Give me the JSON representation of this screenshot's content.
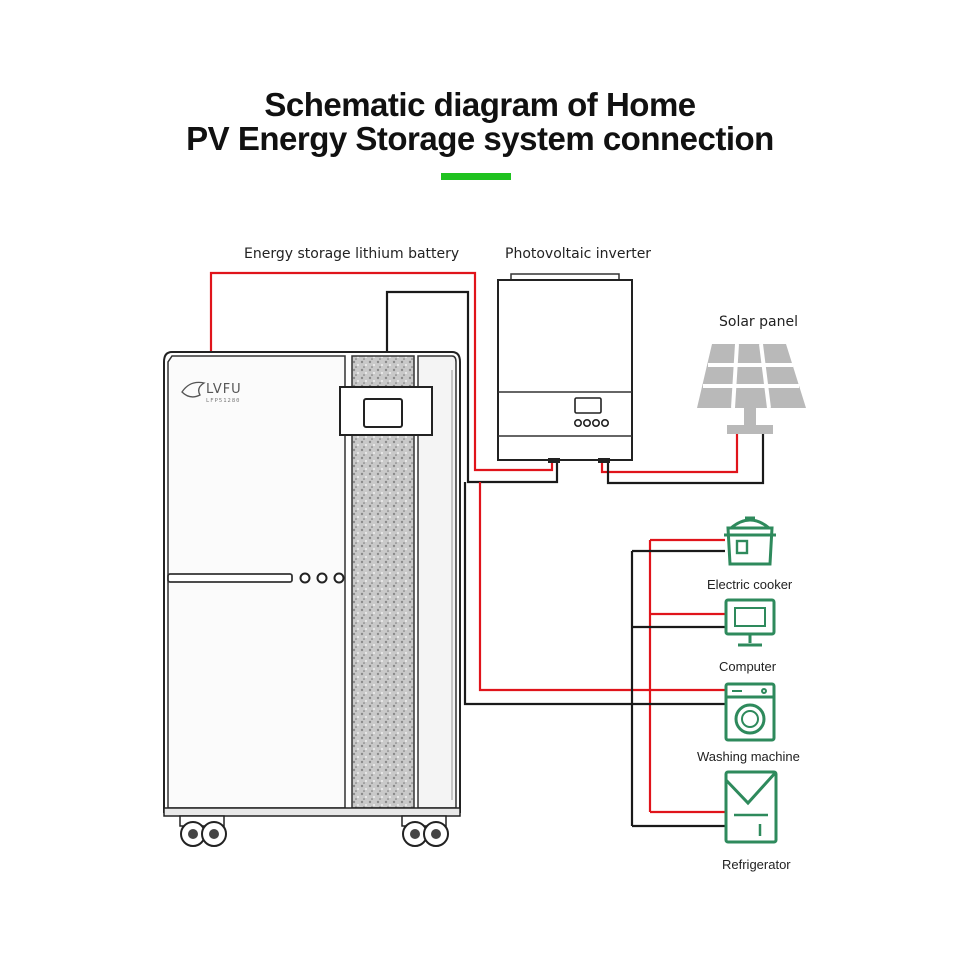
{
  "title": {
    "line1": "Schematic diagram of Home",
    "line2": "PV Energy Storage system connection"
  },
  "labels": {
    "battery": "Energy storage lithium battery",
    "inverter": "Photovoltaic inverter",
    "solar_panel": "Solar panel",
    "cooker": "Electric cooker",
    "computer": "Computer",
    "washing_machine": "Washing machine",
    "refrigerator": "Refrigerator"
  },
  "battery_brand": {
    "logo": "LVFU",
    "model": "LFP51280"
  },
  "colors": {
    "accent": "#1fc21f",
    "positive_wire": "#e0141b",
    "negative_wire": "#1a1a1a",
    "appliance_icon": "#2e8a5c"
  }
}
